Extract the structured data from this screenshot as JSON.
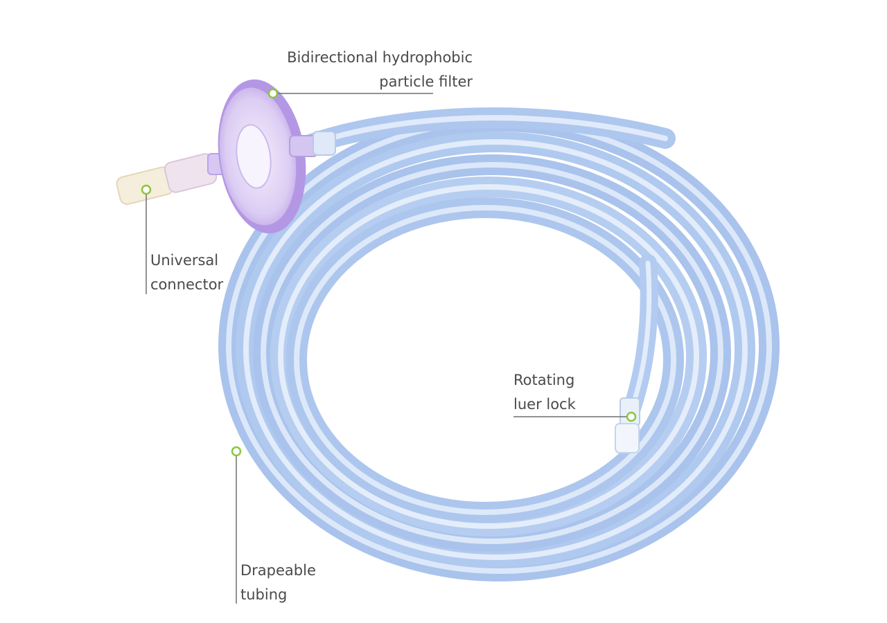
{
  "callouts": {
    "filter": {
      "lines": [
        "Bidirectional hydrophobic",
        "particle filter"
      ]
    },
    "connector": {
      "lines": [
        "Universal",
        "connector"
      ]
    },
    "luer": {
      "lines": [
        "Rotating",
        "luer lock"
      ]
    },
    "tubing": {
      "lines": [
        "Drapeable",
        "tubing"
      ]
    }
  },
  "colors": {
    "marker": "#8cc63f",
    "leader_line": "#6e6e6e",
    "label_text": "#4a4a4a",
    "tubing": "#b9d1f1",
    "filter": "#b79be6"
  }
}
